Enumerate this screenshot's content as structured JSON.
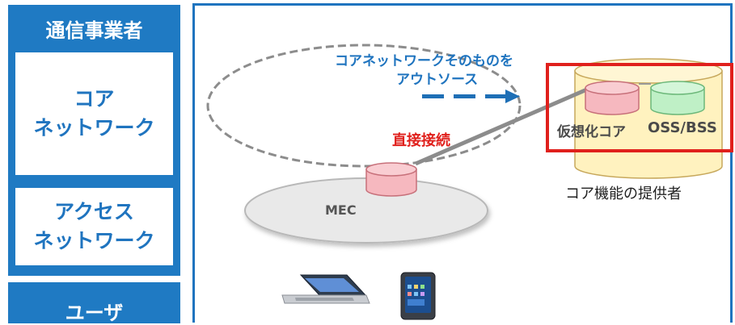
{
  "sidebar": {
    "title": "通信事業者",
    "core_line1": "コア",
    "core_line2": "ネットワーク",
    "access_line1": "アクセス",
    "access_line2": "ネットワーク",
    "user_label": "ユーザ"
  },
  "diagram": {
    "outsource_line1": "コアネットワークそのものを",
    "outsource_line2": "アウトソース",
    "direct_connect": "直接接続",
    "mec_label": "MEC",
    "virtual_core": "仮想化コア",
    "oss_bss": "OSS/BSS",
    "provider_label": "コア機能の提供者"
  },
  "colors": {
    "brand_blue": "#1f7ac3",
    "label_blue": "#1f74bf",
    "highlight_red": "#e0201c",
    "arrow_blue": "#1e6fb6",
    "cylinder_pink": "#f6b8bf",
    "cylinder_green": "#bff0c6",
    "provider_fill": "#fff2bf"
  }
}
